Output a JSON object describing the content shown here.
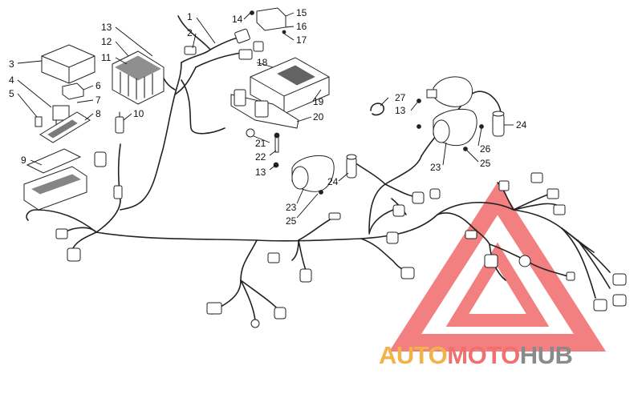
{
  "diagram": {
    "callouts": [
      "1",
      "2",
      "3",
      "4",
      "5",
      "6",
      "7",
      "8",
      "9",
      "10",
      "11",
      "12",
      "13",
      "13",
      "13",
      "13",
      "14",
      "15",
      "16",
      "17",
      "18",
      "19",
      "20",
      "21",
      "22",
      "23",
      "23",
      "24",
      "24",
      "25",
      "25",
      "26",
      "27"
    ]
  },
  "watermark": {
    "part1": "AUTO",
    "part2": "MOTO",
    "part3": "HUB",
    "colors": {
      "auto": "#f2b24a",
      "moto": "#f07070",
      "hub": "#8a8a8a",
      "triangle": "#f06a6a"
    }
  }
}
